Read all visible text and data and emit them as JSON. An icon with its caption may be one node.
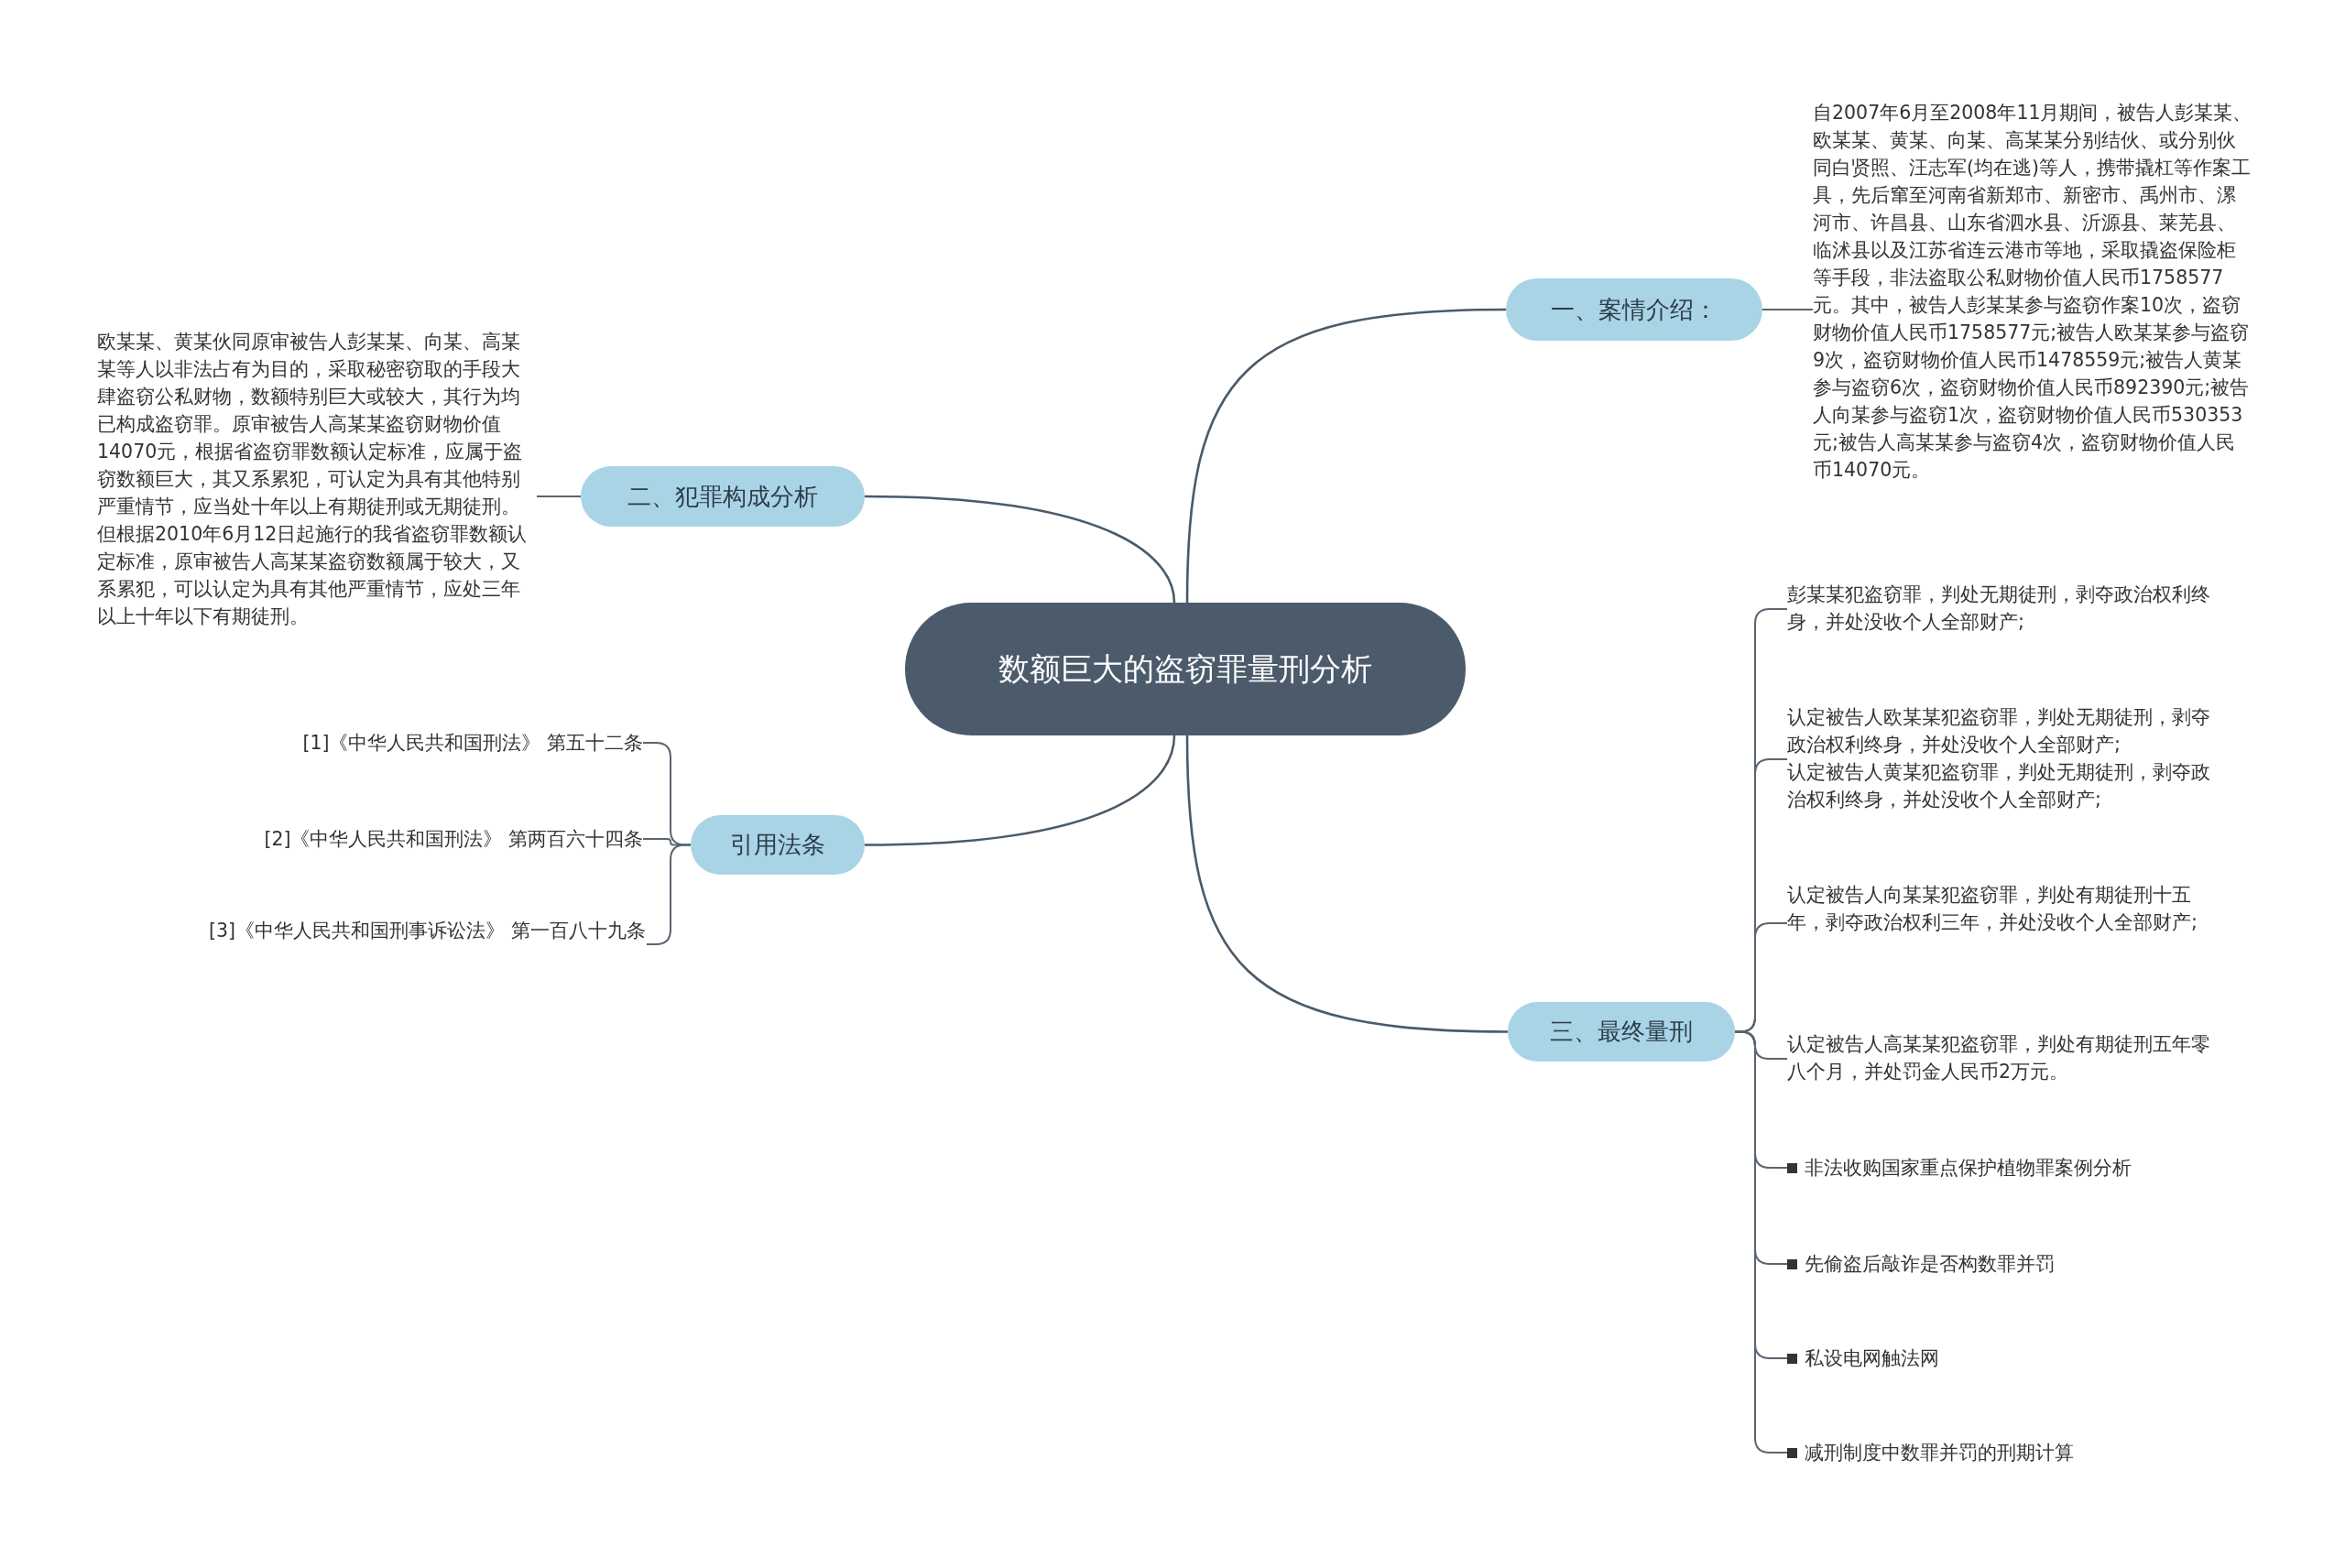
{
  "diagram": {
    "nodes": [
      {
        "text": [
          "数额巨大的盗窃罪量刑分析"
        ]
      },
      {
        "text": [
          "一、案情介绍："
        ]
      },
      {
        "text": [
          "自2007年6月至2008年11月期间，被告人彭某某、欧某某、黄某、向某、高某某分别结伙、或分别伙同白贤照、汪志军(均在逃)等人，携带撬杠等作案工具，先后窜至河南省新郑市、新密市、禹州市、漯河市、许昌县、山东省泗水县、沂源县、莱芜县、临沭县以及江苏省连云港市等地，采取撬盗保险柜等手段，非法盗取公私财物价值人民币1758577元。其中，被告人彭某某参与盗窃作案10次，盗窃财物价值人民币1758577元;被告人欧某某参与盗窃9次，盗窃财物价值人民币1478559元;被告人黄某参与盗窃6次，盗窃财物价值人民币892390元;被告人向某参与盗窃1次，盗窃财物价值人民币530353元;被告人高某某参与盗窃4次，盗窃财物价值人民币14070元。"
        ]
      },
      {
        "text": [
          "二、犯罪构成分析"
        ]
      },
      {
        "text": [
          "欧某某、黄某伙同原审被告人彭某某、向某、高某某等人以非法占有为目的，采取秘密窃取的手段大肆盗窃公私财物，数额特别巨大或较大，其行为均已构成盗窃罪。原审被告人高某某盗窃财物价值14070元，根据省盗窃罪数额认定标准，应属于盗窃数额巨大，其又系累犯，可认定为具有其他特别严重情节，应当处十年以上有期徒刑或无期徒刑。但根据2010年6月12日起施行的我省盗窃罪数额认定标准，原审被告人高某某盗窃数额属于较大，又系累犯，可以认定为具有其他严重情节，应处三年以上十年以下有期徒刑。"
        ]
      },
      {
        "text": [
          "引用法条"
        ]
      },
      {
        "text": [
          "[1]《中华人民共和国刑法》 第五十二条"
        ]
      },
      {
        "text": [
          "[2]《中华人民共和国刑法》 第两百六十四条"
        ]
      },
      {
        "text": [
          "[3]《中华人民共和国刑事诉讼法》 第一百八十九条"
        ]
      },
      {
        "text": [
          "三、最终量刑"
        ]
      },
      {
        "text": [
          "彭某某犯盗窃罪，判处无期徒刑，剥夺政治权利终身，并处没收个人全部财产;"
        ]
      },
      {
        "text": [
          "认定被告人欧某某犯盗窃罪，判处无期徒刑，剥夺政治权利终身，并处没收个人全部财产;",
          "认定被告人黄某犯盗窃罪，判处无期徒刑，剥夺政治权利终身，并处没收个人全部财产;"
        ]
      },
      {
        "text": [
          "认定被告人向某某犯盗窃罪，判处有期徒刑十五年，剥夺政治权利三年，并处没收个人全部财产;"
        ]
      },
      {
        "text": [
          "认定被告人高某某犯盗窃罪，判处有期徒刑五年零八个月，并处罚金人民币2万元。"
        ]
      },
      {
        "text": [
          "非法收购国家重点保护植物罪案例分析"
        ]
      },
      {
        "text": [
          "先偷盗后敲诈是否构数罪并罚"
        ]
      },
      {
        "text": [
          "私设电网触法网"
        ]
      },
      {
        "text": [
          "减刑制度中数罪并罚的刑期计算"
        ]
      }
    ],
    "edges": [
      {
        "from": 0,
        "to": 1,
        "arrow": "none"
      },
      {
        "from": 1,
        "to": 2,
        "arrow": "none"
      },
      {
        "from": 0,
        "to": 3,
        "arrow": "none"
      },
      {
        "from": 3,
        "to": 4,
        "arrow": "none"
      },
      {
        "from": 0,
        "to": 5,
        "arrow": "none"
      },
      {
        "from": 5,
        "to": 6,
        "arrow": "none"
      },
      {
        "from": 5,
        "to": 7,
        "arrow": "none"
      },
      {
        "from": 5,
        "to": 8,
        "arrow": "none"
      },
      {
        "from": 0,
        "to": 9,
        "arrow": "none"
      },
      {
        "from": 9,
        "to": 10,
        "arrow": "none"
      },
      {
        "from": 9,
        "to": 11,
        "arrow": "none"
      },
      {
        "from": 9,
        "to": 12,
        "arrow": "none"
      },
      {
        "from": 9,
        "to": 13,
        "arrow": "none"
      },
      {
        "from": 9,
        "to": 14,
        "arrow": "none"
      },
      {
        "from": 9,
        "to": 15,
        "arrow": "none"
      },
      {
        "from": 9,
        "to": 16,
        "arrow": "none"
      },
      {
        "from": 9,
        "to": 17,
        "arrow": "none"
      }
    ]
  }
}
